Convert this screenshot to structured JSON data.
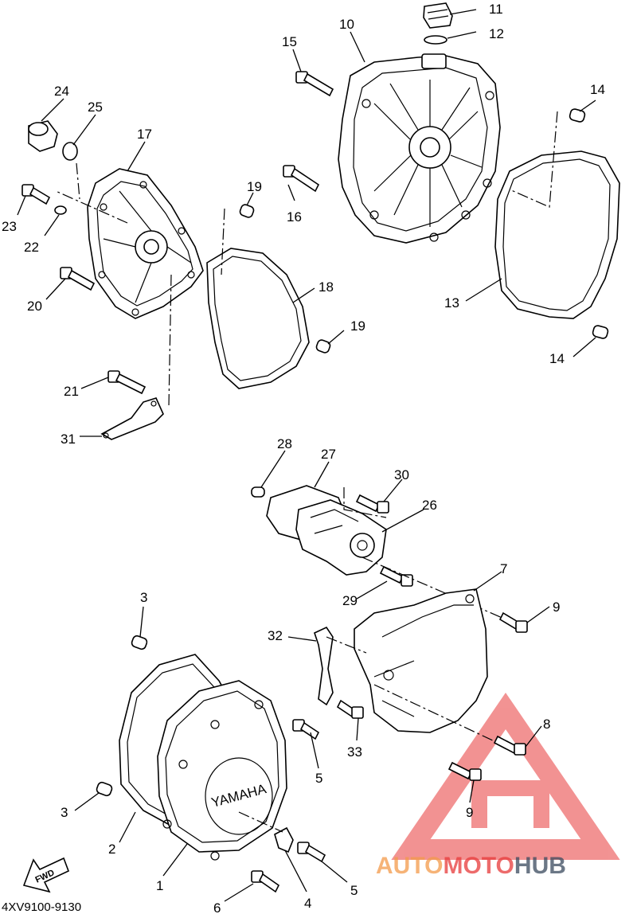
{
  "callouts": [
    {
      "id": "c11",
      "text": "11"
    },
    {
      "id": "c12",
      "text": "12"
    },
    {
      "id": "c10",
      "text": "10"
    },
    {
      "id": "c15",
      "text": "15"
    },
    {
      "id": "c14a",
      "text": "14"
    },
    {
      "id": "c24",
      "text": "24"
    },
    {
      "id": "c25",
      "text": "25"
    },
    {
      "id": "c17",
      "text": "17"
    },
    {
      "id": "c19a",
      "text": "19"
    },
    {
      "id": "c16",
      "text": "16"
    },
    {
      "id": "c23",
      "text": "23"
    },
    {
      "id": "c22",
      "text": "22"
    },
    {
      "id": "c20",
      "text": "20"
    },
    {
      "id": "c18",
      "text": "18"
    },
    {
      "id": "c13",
      "text": "13"
    },
    {
      "id": "c19b",
      "text": "19"
    },
    {
      "id": "c14b",
      "text": "14"
    },
    {
      "id": "c21",
      "text": "21"
    },
    {
      "id": "c31",
      "text": "31"
    },
    {
      "id": "c28",
      "text": "28"
    },
    {
      "id": "c27",
      "text": "27"
    },
    {
      "id": "c30",
      "text": "30"
    },
    {
      "id": "c26",
      "text": "26"
    },
    {
      "id": "c7",
      "text": "7"
    },
    {
      "id": "c29",
      "text": "29"
    },
    {
      "id": "c9a",
      "text": "9"
    },
    {
      "id": "c3a",
      "text": "3"
    },
    {
      "id": "c32",
      "text": "32"
    },
    {
      "id": "c33",
      "text": "33"
    },
    {
      "id": "c8",
      "text": "8"
    },
    {
      "id": "c5a",
      "text": "5"
    },
    {
      "id": "c3b",
      "text": "3"
    },
    {
      "id": "c2",
      "text": "2"
    },
    {
      "id": "c9b",
      "text": "9"
    },
    {
      "id": "c1",
      "text": "1"
    },
    {
      "id": "c4",
      "text": "4"
    },
    {
      "id": "c5b",
      "text": "5"
    },
    {
      "id": "c6",
      "text": "6"
    }
  ],
  "cover_brand": "YAMAHA",
  "fwd_label": "FWD",
  "diagram_code": "4XV9100-9130",
  "watermark": {
    "part1": "AUTO",
    "part2": "MOTO",
    "part3": "HUB"
  },
  "colors": {
    "watermark_red": "#e83a3a",
    "watermark_orange": "#f39a4a",
    "watermark_dark": "#3a4a5e"
  }
}
